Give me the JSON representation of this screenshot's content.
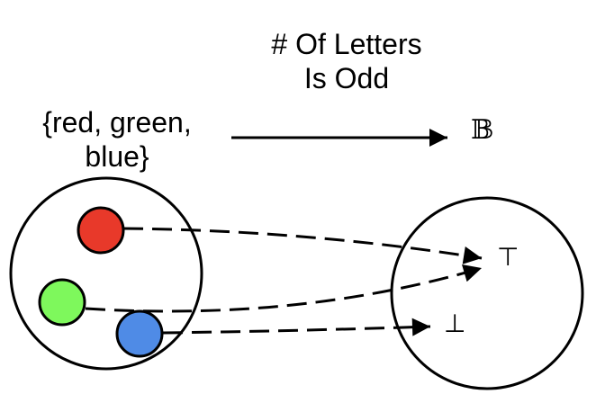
{
  "function": {
    "name_line1": "# Of Letters",
    "name_line2": "Is Odd"
  },
  "domain": {
    "label_line1": "{red, green,",
    "label_line2": "blue}",
    "elements": [
      {
        "name": "red",
        "color": "#e8392a",
        "maps_to": "top"
      },
      {
        "name": "green",
        "color": "#7ef85c",
        "maps_to": "top"
      },
      {
        "name": "blue",
        "color": "#4f8be6",
        "maps_to": "bottom"
      }
    ]
  },
  "codomain": {
    "label": "𝔹",
    "elements": [
      {
        "name": "top",
        "symbol": "⊤"
      },
      {
        "name": "bottom",
        "symbol": "⊥"
      }
    ]
  }
}
